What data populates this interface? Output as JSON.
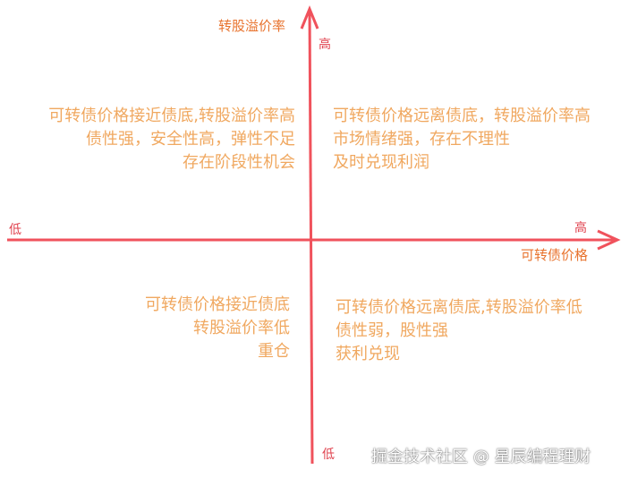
{
  "colors": {
    "axis": "#f0525c",
    "axis_label": "#e0434f",
    "axis_title": "#e8732e",
    "quadrant_text": "#f0a860"
  },
  "y_axis": {
    "title": "转股溢价率",
    "high_label": "高",
    "low_label": "低"
  },
  "x_axis": {
    "title": "可转债价格",
    "high_label": "高",
    "low_label": "低"
  },
  "quadrants": {
    "top_left": [
      "可转债价格接近债底,转股溢价率高",
      "债性强，安全性高，弹性不足",
      "存在阶段性机会"
    ],
    "top_right": [
      "可转债价格远离债底，转股溢价率高",
      "市场情绪强，存在不理性",
      "及时兑现利润"
    ],
    "bottom_left": [
      "可转债价格接近债底",
      "转股溢价率低",
      "重仓"
    ],
    "bottom_right": [
      "可转债价格远离债底,转股溢价率低",
      "债性弱，股性强",
      "获利兑现"
    ]
  },
  "watermark": "掘金技术社区 @ 星辰编程理财"
}
